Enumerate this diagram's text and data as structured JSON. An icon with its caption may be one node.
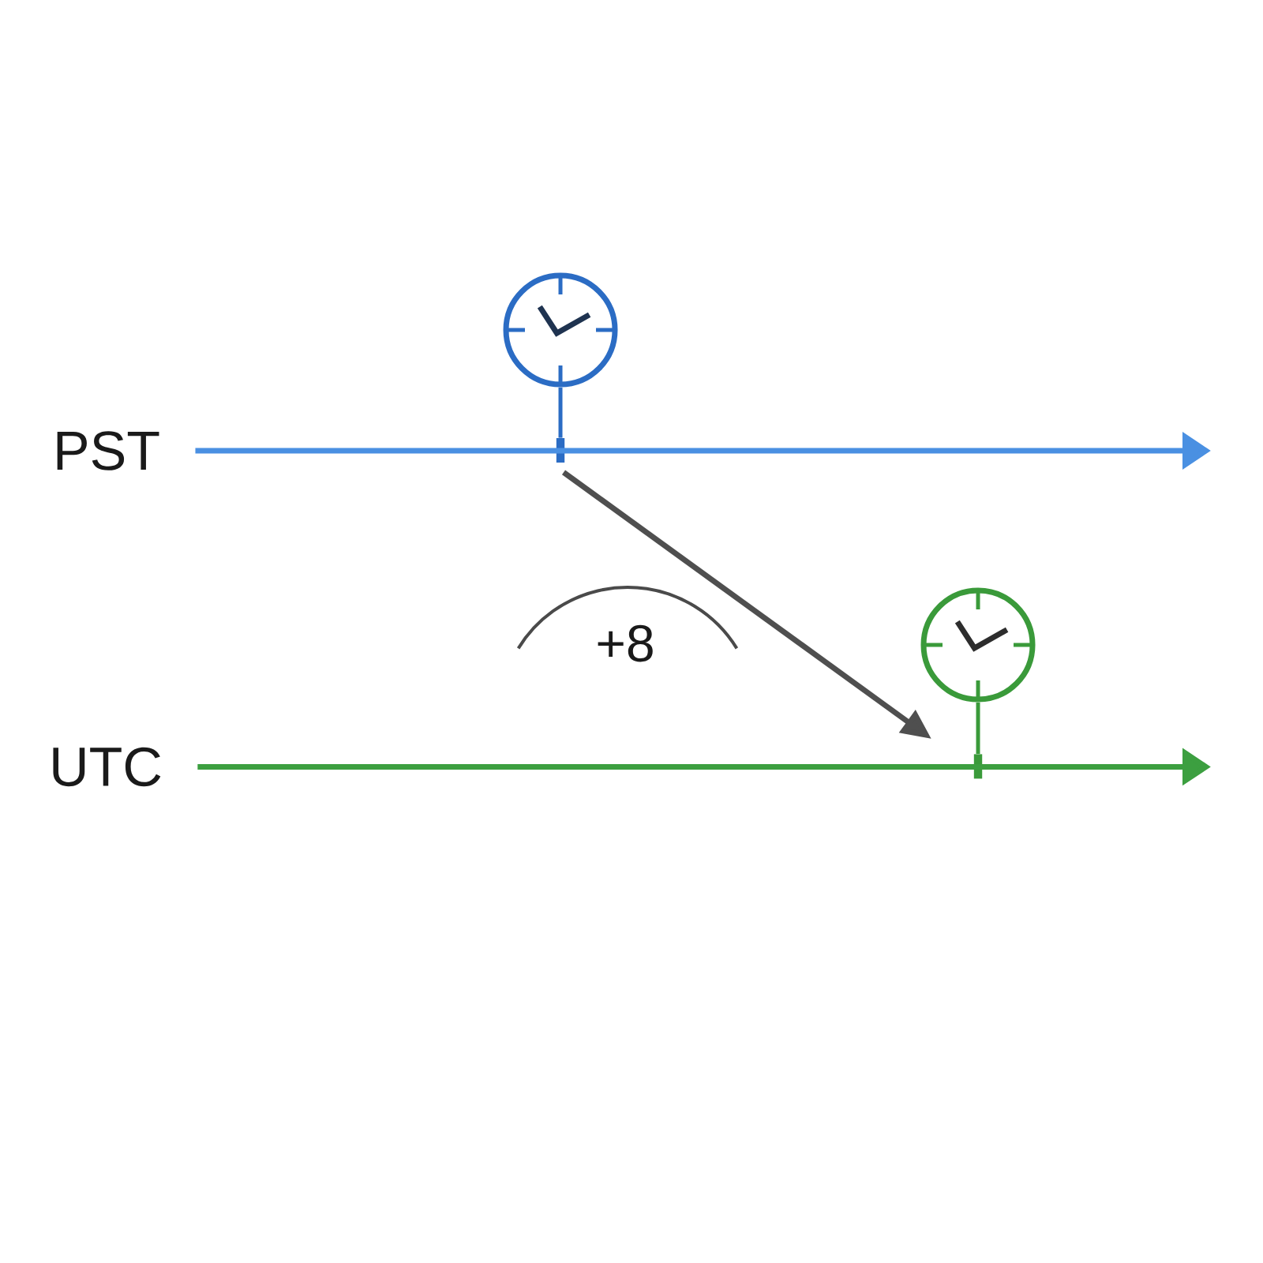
{
  "diagram": {
    "nodes": [
      {
        "text": [],
        "shape": "clock"
      },
      {
        "text": [
          "PST"
        ]
      },
      {
        "text": [],
        "shape": "bar"
      },
      {
        "text": [],
        "shape": "clock"
      },
      {
        "text": [
          "UTC"
        ]
      },
      {
        "text": [],
        "shape": "bar"
      }
    ],
    "edges": [
      {
        "from": 1,
        "to": null,
        "arrow": "to",
        "color": "#4a90e2"
      },
      {
        "from": 0,
        "to": 2,
        "arrow": "none",
        "color": "#2b6cc4"
      },
      {
        "from": 2,
        "to": null,
        "arrow": "to",
        "color": "#4f4f4f"
      },
      {
        "from": 3,
        "to": 5,
        "arrow": "none",
        "color": "#3a9a3a"
      },
      {
        "from": 4,
        "to": null,
        "arrow": "to",
        "color": "#3c9f40"
      }
    ],
    "labels": [
      "+8"
    ]
  }
}
